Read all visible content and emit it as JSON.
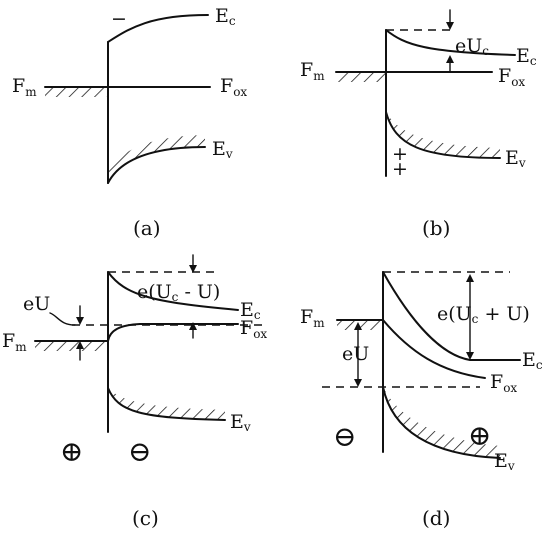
{
  "panels": {
    "a": {
      "caption": "(a)",
      "ec": "E",
      "ec_sub": "c",
      "ev": "E",
      "ev_sub": "v",
      "fm": "F",
      "fm_sub": "m",
      "fox": "F",
      "fox_sub": "ox",
      "charge": "−"
    },
    "b": {
      "caption": "(b)",
      "ec": "E",
      "ec_sub": "c",
      "ev": "E",
      "ev_sub": "v",
      "fm": "F",
      "fm_sub": "m",
      "fox": "F",
      "fox_sub": "ox",
      "barrier": "eU",
      "barrier_sub": "c",
      "charge_1": "+",
      "charge_2": "+"
    },
    "c": {
      "caption": "(c)",
      "ec": "E",
      "ec_sub": "c",
      "ev": "E",
      "ev_sub": "v",
      "fm": "F",
      "fm_sub": "m",
      "fox": "F",
      "fox_sub": "ox",
      "bias": "eU",
      "barrier_pre": "e(U",
      "barrier_sub": "c",
      "barrier_post": " - U)",
      "sign_metal": "⊕",
      "sign_oxide": "⊖"
    },
    "d": {
      "caption": "(d)",
      "ec": "E",
      "ec_sub": "c",
      "ev": "E",
      "ev_sub": "v",
      "fm": "F",
      "fm_sub": "m",
      "fox": "F",
      "fox_sub": "ox",
      "bias": "eU",
      "barrier_pre": "e(U",
      "barrier_sub": "c",
      "barrier_post": " + U)",
      "sign_metal": "⊖",
      "sign_oxide": "⊕"
    }
  }
}
